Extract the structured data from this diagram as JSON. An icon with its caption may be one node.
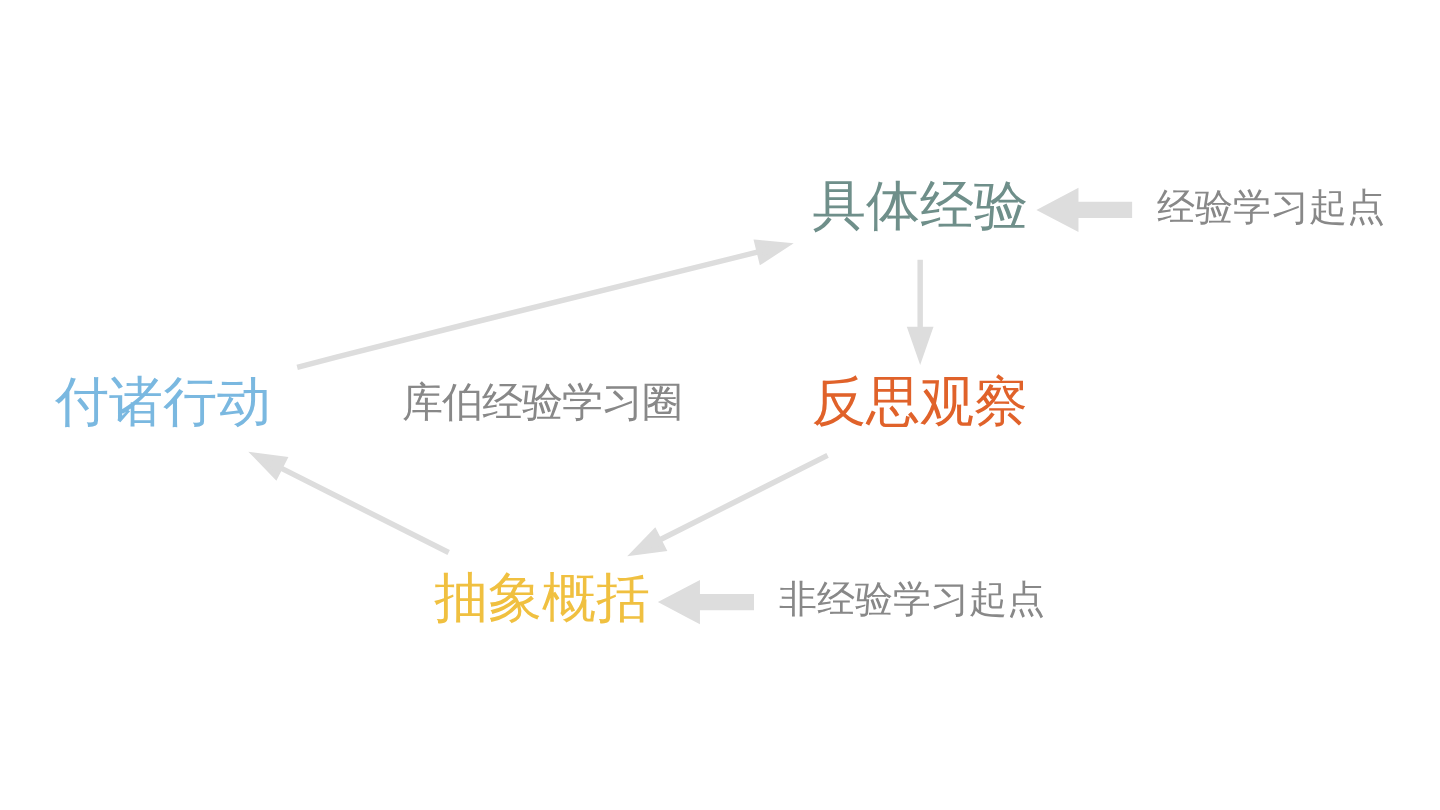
{
  "diagram": {
    "nodes": [
      {
        "text": [
          "具体经验"
        ]
      },
      {
        "text": [
          "反思观察"
        ]
      },
      {
        "text": [
          "抽象概括"
        ]
      },
      {
        "text": [
          "付诸行动"
        ]
      },
      {
        "text": [
          "经验学习起点"
        ]
      },
      {
        "text": [
          "非经验学习起点"
        ]
      }
    ],
    "edges": [
      {
        "from": 0,
        "to": 1,
        "arrow": "to"
      },
      {
        "from": 1,
        "to": 2,
        "arrow": "to"
      },
      {
        "from": 2,
        "to": 3,
        "arrow": "to"
      },
      {
        "from": 3,
        "to": 0,
        "arrow": "to"
      },
      {
        "from": 4,
        "to": 0,
        "arrow": "to",
        "style": "thick"
      },
      {
        "from": 5,
        "to": 2,
        "arrow": "to",
        "style": "thick"
      }
    ],
    "labels": [
      "库伯经验学习圈"
    ]
  }
}
